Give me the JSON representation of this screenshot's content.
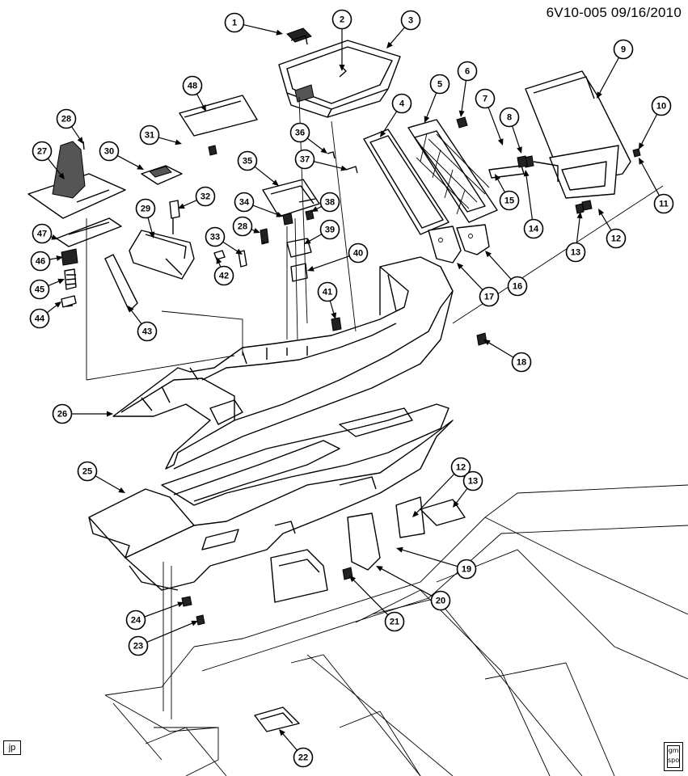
{
  "header": {
    "doc_id": "6V10-005 09/16/2010"
  },
  "footer": {
    "corner_tag": "jp",
    "logo": "gm\nspo"
  },
  "callouts": [
    {
      "label": "1"
    },
    {
      "label": "2"
    },
    {
      "label": "3"
    },
    {
      "label": "4"
    },
    {
      "label": "5"
    },
    {
      "label": "6"
    },
    {
      "label": "7"
    },
    {
      "label": "8"
    },
    {
      "label": "9"
    },
    {
      "label": "10"
    },
    {
      "label": "11"
    },
    {
      "label": "12"
    },
    {
      "label": "13"
    },
    {
      "label": "14"
    },
    {
      "label": "15"
    },
    {
      "label": "16"
    },
    {
      "label": "17"
    },
    {
      "label": "18"
    },
    {
      "label": "19"
    },
    {
      "label": "20"
    },
    {
      "label": "21"
    },
    {
      "label": "22"
    },
    {
      "label": "23"
    },
    {
      "label": "24"
    },
    {
      "label": "25"
    },
    {
      "label": "26"
    },
    {
      "label": "27"
    },
    {
      "label": "28"
    },
    {
      "label": "28"
    },
    {
      "label": "29"
    },
    {
      "label": "30"
    },
    {
      "label": "31"
    },
    {
      "label": "32"
    },
    {
      "label": "33"
    },
    {
      "label": "34"
    },
    {
      "label": "35"
    },
    {
      "label": "36"
    },
    {
      "label": "37"
    },
    {
      "label": "38"
    },
    {
      "label": "39"
    },
    {
      "label": "40"
    },
    {
      "label": "41"
    },
    {
      "label": "42"
    },
    {
      "label": "43"
    },
    {
      "label": "44"
    },
    {
      "label": "45"
    },
    {
      "label": "46"
    },
    {
      "label": "47"
    },
    {
      "label": "48"
    },
    {
      "label": "12"
    },
    {
      "label": "13"
    }
  ]
}
